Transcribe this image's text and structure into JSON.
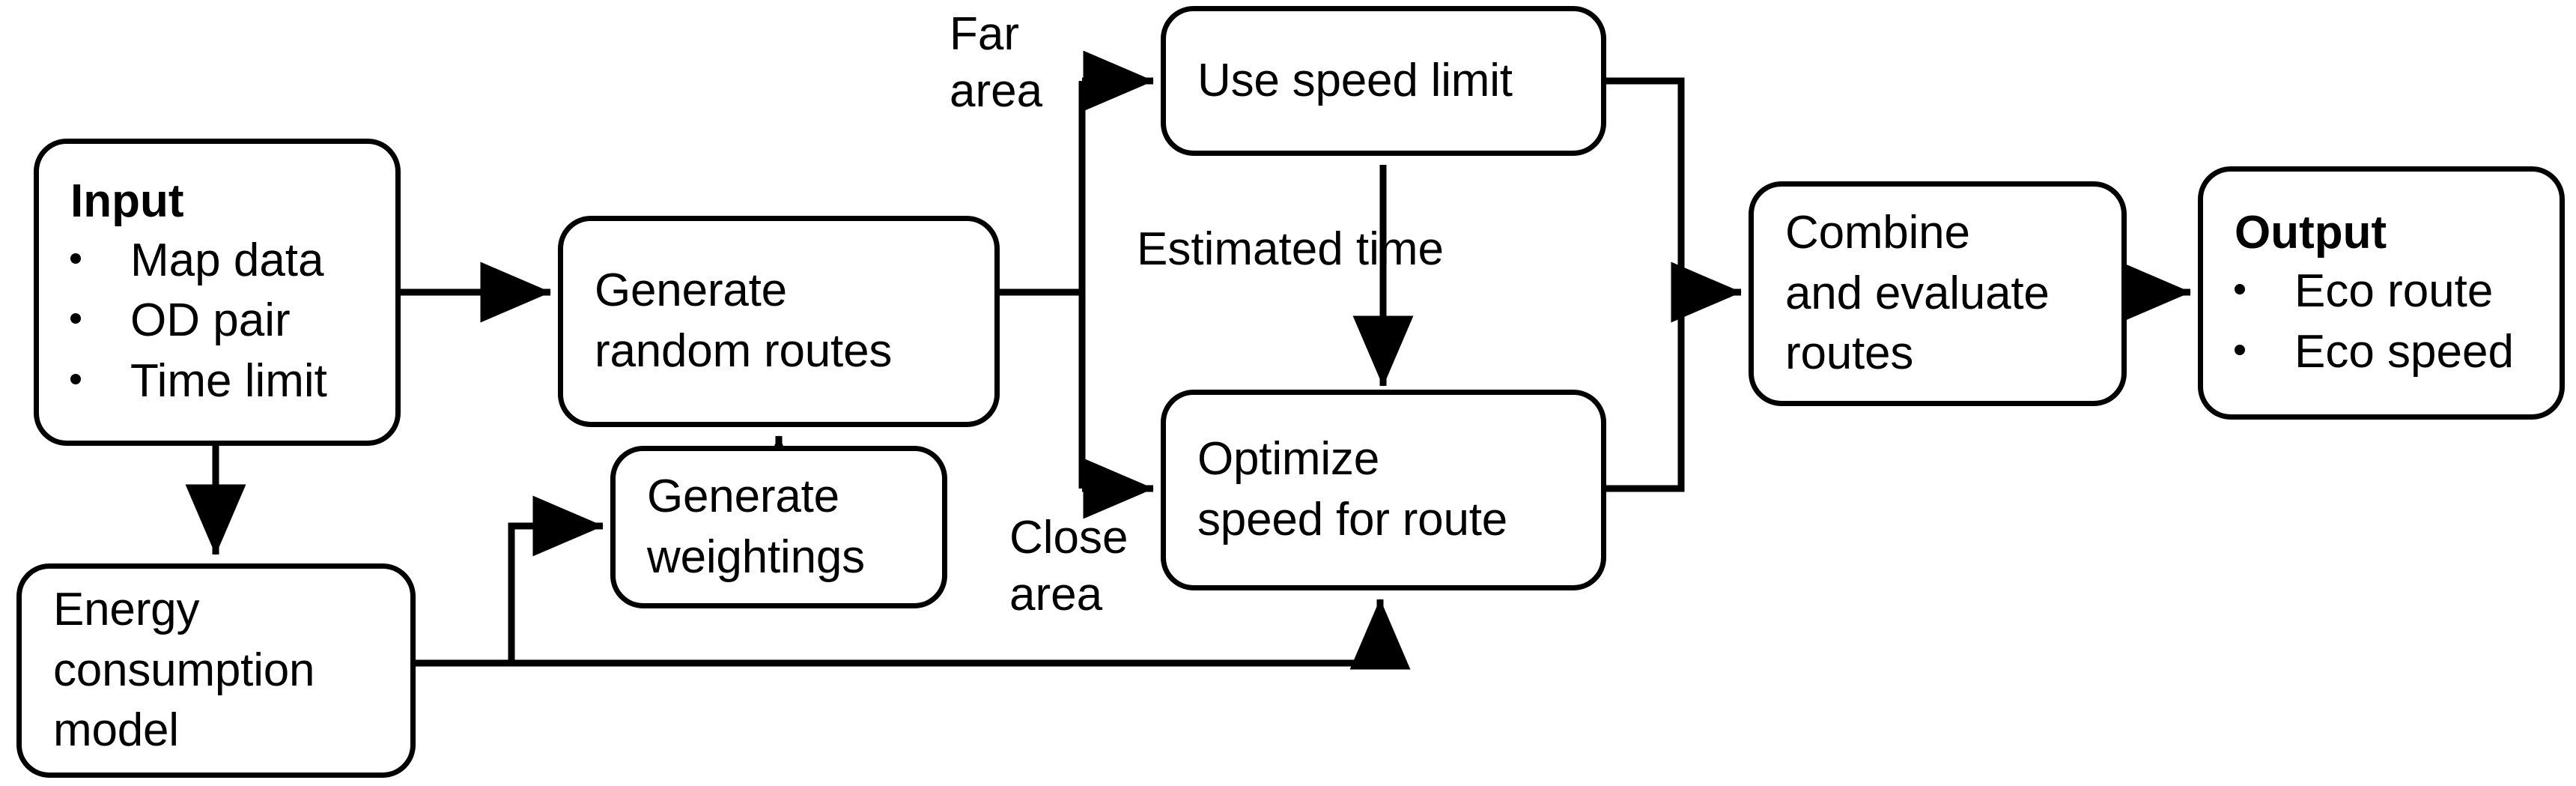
{
  "diagram": {
    "title": "Eco-route and eco-speed generation flowchart",
    "stroke_color": "#000000",
    "background_color": "#ffffff"
  },
  "nodes": {
    "input": {
      "heading": "Input",
      "bullets": [
        "Map data",
        "OD pair",
        "Time limit"
      ]
    },
    "generate_random_routes": {
      "label": "Generate\nrandom routes"
    },
    "generate_weightings": {
      "label": "Generate\nweightings"
    },
    "energy_model": {
      "label": "Energy\nconsumption\nmodel"
    },
    "use_speed_limit": {
      "label": "Use speed limit"
    },
    "optimize_speed": {
      "label": "Optimize\nspeed for route"
    },
    "combine_evaluate": {
      "label": "Combine\nand evaluate\nroutes"
    },
    "output": {
      "heading": "Output",
      "bullets": [
        "Eco route",
        "Eco speed"
      ]
    }
  },
  "edge_labels": {
    "far_area": "Far\narea",
    "close_area": "Close\narea",
    "estimated_time": "Estimated time"
  }
}
